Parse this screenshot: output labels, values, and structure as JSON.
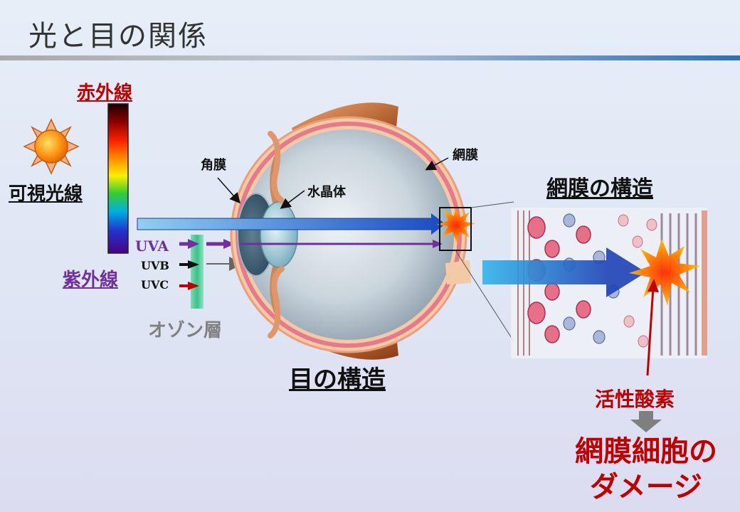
{
  "slide": {
    "title": "光と目の関係"
  },
  "spectrum": {
    "infrared": "赤外線",
    "visible_light": "可視光線",
    "ultraviolet": "紫外線",
    "uva": "UVA",
    "uvb": "UVB",
    "uvc": "UVC",
    "ozone_layer": "オゾン層"
  },
  "eye": {
    "cornea": "角膜",
    "lens": "水晶体",
    "retina": "網膜",
    "caption": "目の構造"
  },
  "retina_detail": {
    "caption": "網膜の構造",
    "reactive_oxygen": "活性酸素",
    "damage": "網膜細胞のダメージ"
  },
  "colors": {
    "infrared_label": "#c00000",
    "uv_label": "#7030a0",
    "ozone_label": "#808080",
    "visible_arrow": "#2e75d6",
    "uva_arrow": "#7030a0",
    "uvc_arrow": "#c00000",
    "damage_text": "#c00000"
  },
  "icons": [
    "sun-icon",
    "burst-icon"
  ]
}
